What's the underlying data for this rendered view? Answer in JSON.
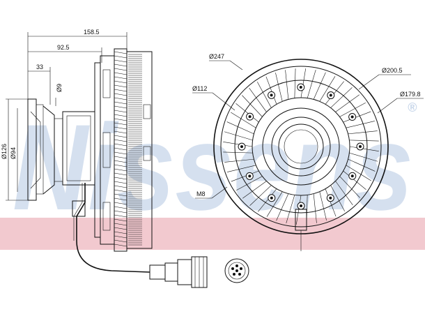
{
  "watermark": {
    "brand": "Nissens",
    "registered": "®",
    "text_color": "#c7d6ea",
    "band_color": "#f2c9cf"
  },
  "dimensions": {
    "overall_length": "158.5",
    "mid_length": "92.5",
    "flange_length": "33",
    "hole_dia": "Ø9",
    "outer_dia_side": "Ø126",
    "inner_dia_side": "Ø94",
    "fan_outer_dia": "Ø247",
    "bolt_circle_outer": "Ø200.5",
    "pilot_dia": "Ø112",
    "bolt_circle_mid": "Ø179.8",
    "thread": "M8"
  }
}
